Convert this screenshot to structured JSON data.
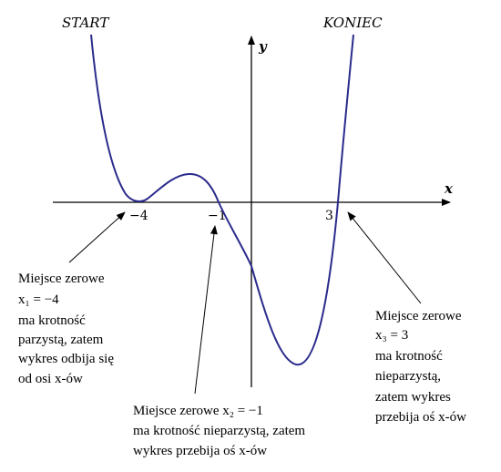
{
  "labels": {
    "start": "START",
    "end": "KONIEC",
    "y_axis": "y",
    "x_axis": "x"
  },
  "ticks": [
    "−4",
    "−1",
    "3"
  ],
  "annotations": {
    "left": {
      "line1": "Miejsce zerowe",
      "line2": "x₁ = −4",
      "line3": "ma krotność",
      "line4": "parzystą, zatem",
      "line5": "wykres odbija się",
      "line6": "od osi x-ów"
    },
    "middle": {
      "line1": "Miejsce zerowe x₂ = −1",
      "line2": "ma krotność nieparzystą, zatem",
      "line3": "wykres przebija oś x-ów"
    },
    "right": {
      "line1": "Miejsce zerowe",
      "line2": "x₃ = 3",
      "line3": "ma krotność",
      "line4": "nieparzystą,",
      "line5": "zatem wykres",
      "line6": "przebija oś x-ów"
    }
  },
  "colors": {
    "curve": "#2b2b8c",
    "axes": "#000000"
  }
}
